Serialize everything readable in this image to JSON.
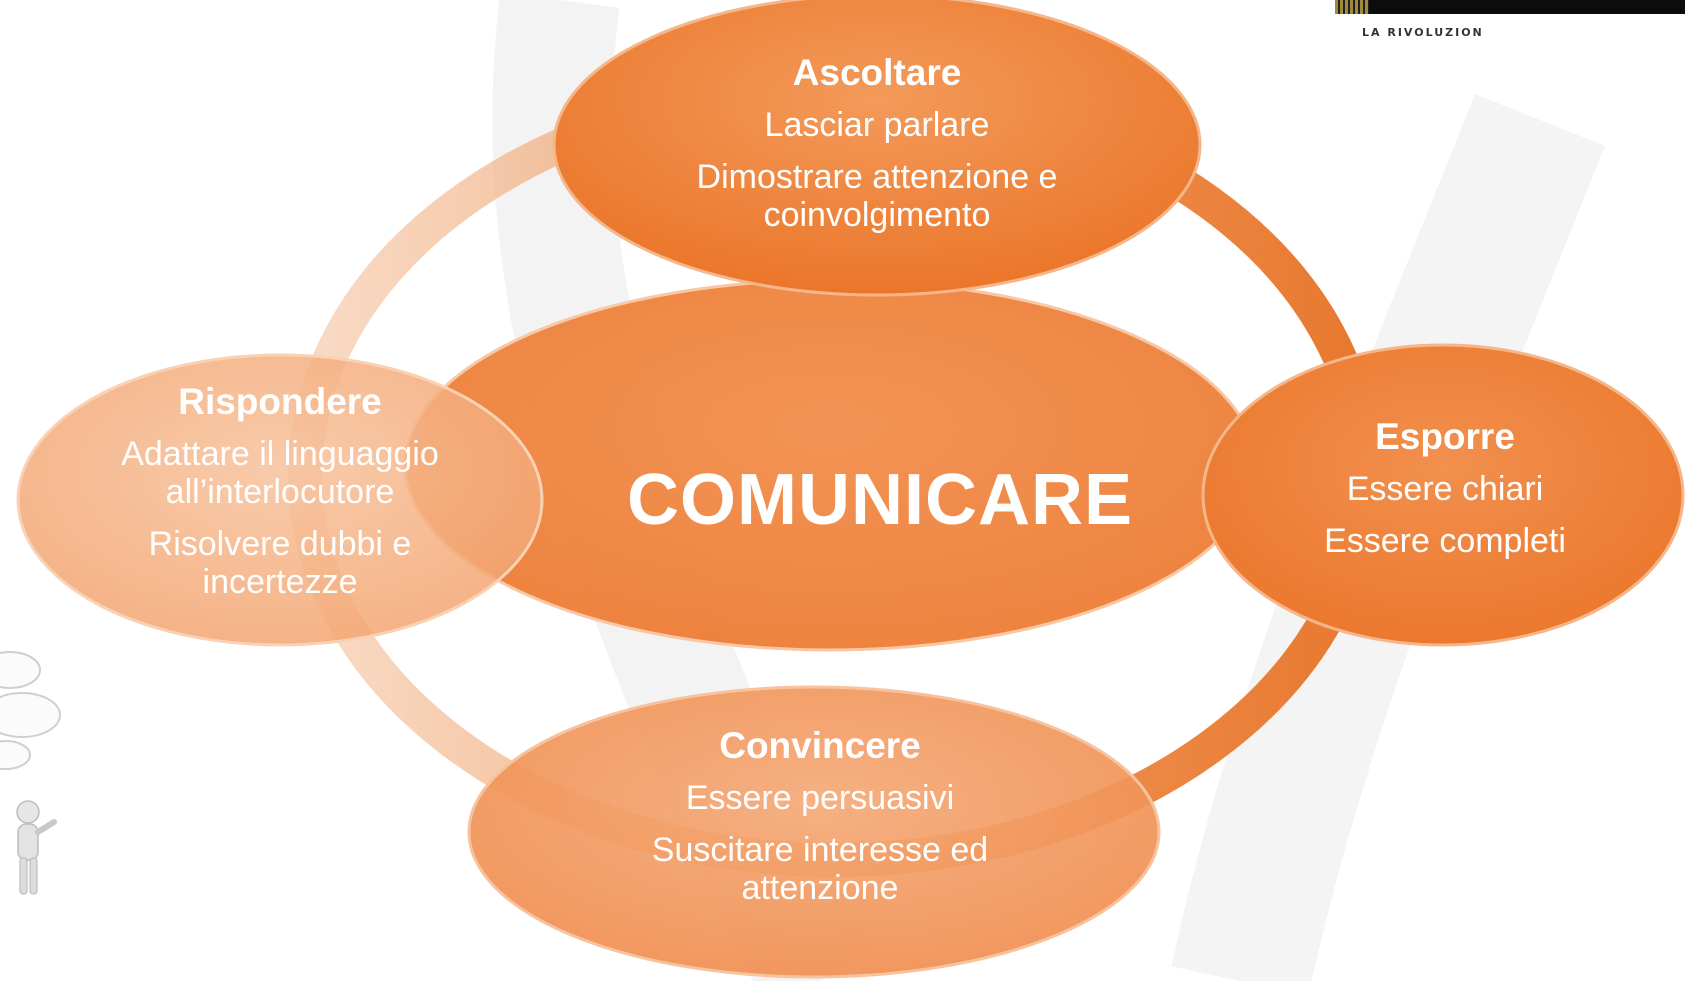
{
  "brand": {
    "tagline": "LA RIVOLUZION"
  },
  "colors": {
    "accent": "#F07E2E",
    "accent_light": "#F4A26B",
    "ring": "#EE8A45",
    "text": "#FFFFFF"
  },
  "diagram": {
    "center": "COMUNICARE",
    "nodes": [
      {
        "title": "Ascoltare",
        "lines": [
          "Lasciar parlare",
          "Dimostrare attenzione e coinvolgimento"
        ]
      },
      {
        "title": "Esporre",
        "lines": [
          "Essere chiari",
          "Essere completi"
        ]
      },
      {
        "title": "Convincere",
        "lines": [
          "Essere persuasivi",
          "Suscitare interesse ed attenzione"
        ]
      },
      {
        "title": "Rispondere",
        "lines": [
          "Adattare il linguaggio all’interlocutore",
          "Risolvere dubbi e incertezze"
        ]
      }
    ]
  }
}
